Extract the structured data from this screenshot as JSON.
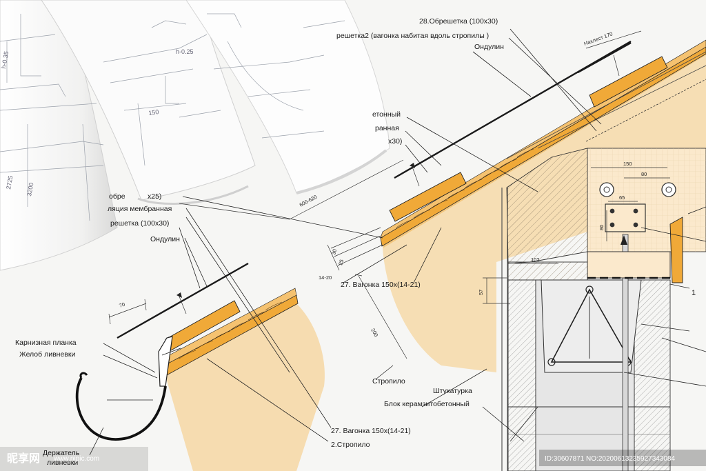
{
  "labels": {
    "obreshetka_28": "28.Обрешетка (100x30)",
    "obreshetka_2": "решетка2 (вагонка набитая вдоль стропилы )",
    "ondulin_top": "Ондулин",
    "betonny": "етонный",
    "brannaya": "ранная",
    "x30": "x30)",
    "obreb_left": "обре",
    "x25": "x25)",
    "membrane": "ляция мембранная",
    "obreshetka_left": "решетка (100x30)",
    "ondulin_left": "Ондулин",
    "vagonka_mid": "27. Вагонка 150x(14-21)",
    "karniz": "Карнизная планка",
    "zhelob": "Желоб ливневки",
    "stropilo_mid": "Стропило",
    "shtukaturka": "Штукатурка",
    "blok": "Блок керамзитобетонный",
    "vagonka_low": "27. Вагонка 150x(14-21)",
    "stropilo_low": "2.Стропило",
    "derzhatel": "Держатель",
    "derzhatel2": "ливневки",
    "leader_1": "1"
  },
  "dimensions": {
    "nahlest": "Нахлест 170",
    "d600_620": "600-620",
    "d30": "30",
    "d25": "25",
    "d14_20": "14-20",
    "d200": "200",
    "d70": "70",
    "d150": "150",
    "d80a": "80",
    "d65": "65",
    "d80b": "80",
    "d102": "102",
    "d57": "57"
  },
  "blueprint": {
    "b_150": "150",
    "b_h025": "h-0.25",
    "b_3200": "3200",
    "b_2725": "2725",
    "b_h035": "h-0.35"
  },
  "watermark": {
    "logo": "昵享网",
    "url": "www.nipic.com",
    "id": "ID:30607871 NO:20200613235927343084"
  },
  "colors": {
    "wood_fill": "#f6dcb0",
    "wood_light": "#fbe9cc",
    "batten": "#f0a938",
    "batten_dark": "#e8952a",
    "line": "#1a1a1a",
    "paper": "#f4f4f2"
  }
}
